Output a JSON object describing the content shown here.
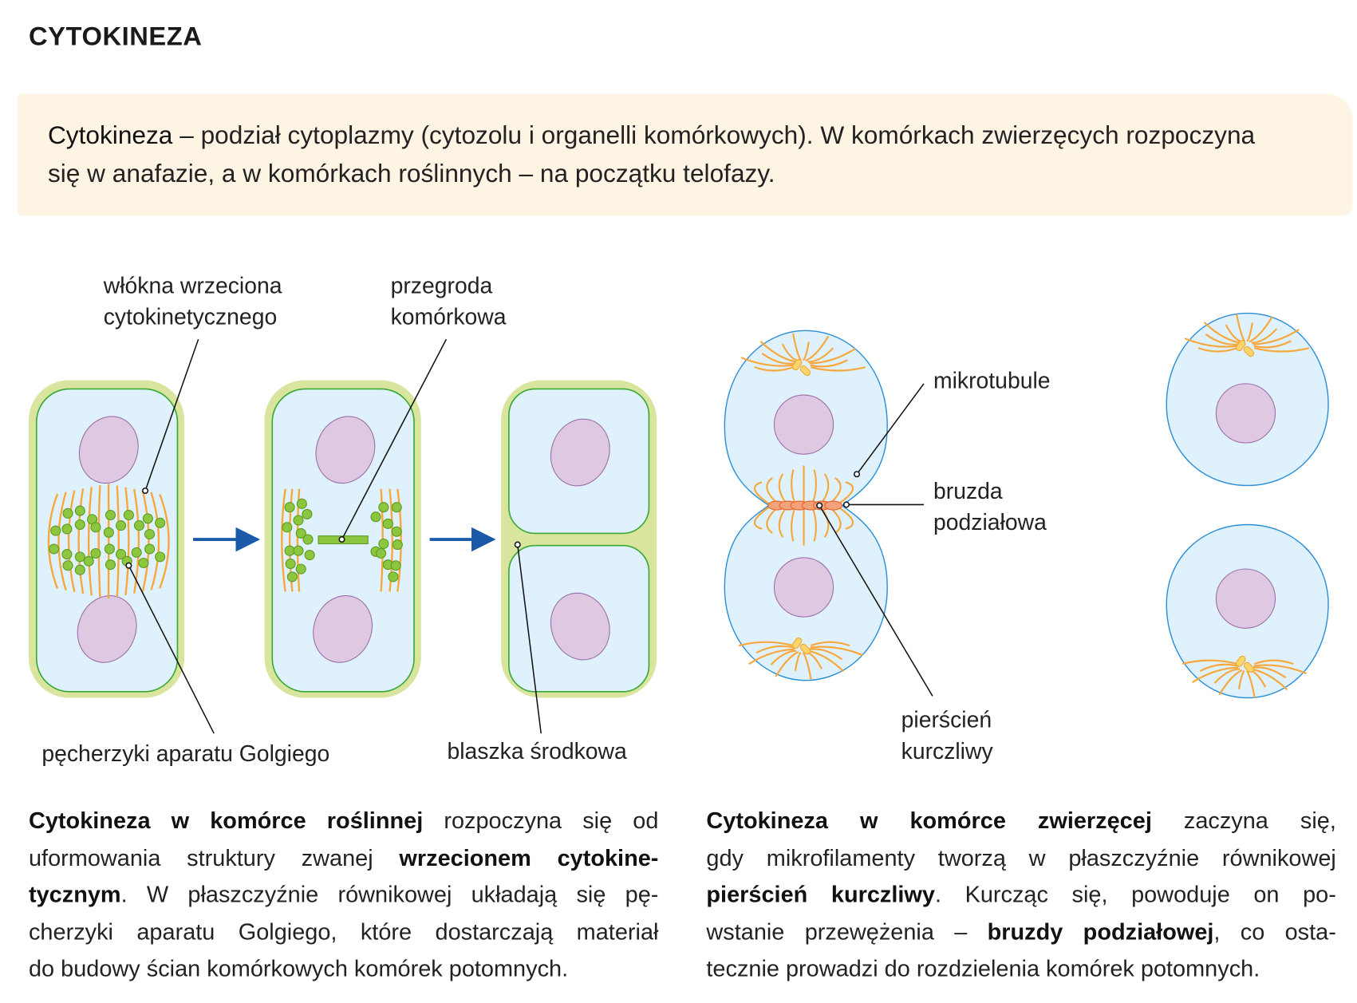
{
  "title": "CYTOKINEZA",
  "definition": {
    "term": "Cytokineza",
    "text": " – podział cytoplazmy (cytozolu i organelli komórkowych). W komórkach zwierzęcych rozpoczyna się w anafazie, a w komórkach roślinnych – na początku telofazy."
  },
  "plant_labels": {
    "spindle_fibers": [
      "włókna wrzeciona",
      "cytokinetycznego"
    ],
    "cell_plate": [
      "przegroda",
      "komórkowa"
    ],
    "golgi_vesicles": "pęcherzyki aparatu Golgiego",
    "middle_lamella": "blaszka środkowa"
  },
  "animal_labels": {
    "microtubules": "mikrotubule",
    "cleavage_furrow": [
      "bruzda",
      "podziałowa"
    ],
    "contractile_ring": [
      "pierścień",
      "kurczliwy"
    ]
  },
  "plant_paragraph": [
    [
      {
        "b": true,
        "t": "Cytokineza w komórce roślinnej"
      },
      {
        "t": " rozpoczyna się od"
      }
    ],
    [
      {
        "t": "uformowania struktury zwanej "
      },
      {
        "b": true,
        "t": "wrzecionem cytokine-"
      }
    ],
    [
      {
        "b": true,
        "t": "tycznym"
      },
      {
        "t": ". W płaszczyźnie równikowej układają się pę-"
      }
    ],
    [
      {
        "t": "cherzyki aparatu Golgiego, które dostarczają materiał"
      }
    ],
    [
      {
        "t": "do budowy ścian komórkowych komórek potomnych."
      }
    ]
  ],
  "animal_paragraph": [
    [
      {
        "b": true,
        "t": "Cytokineza w komórce zwierzęcej"
      },
      {
        "t": " zaczyna się,"
      }
    ],
    [
      {
        "t": "gdy mikrofilamenty tworzą w płaszczyźnie równikowej"
      }
    ],
    [
      {
        "b": true,
        "t": "pierścień kurczliwy"
      },
      {
        "t": ". Kurcząc się, powoduje on po-"
      }
    ],
    [
      {
        "t": "wstanie przewężenia – "
      },
      {
        "b": true,
        "t": "bruzdy podziałowej"
      },
      {
        "t": ", co osta-"
      }
    ],
    [
      {
        "t": "tecznie prowadzi do rozdzielenia komórek potomnych."
      }
    ]
  ],
  "colors": {
    "cell_wall": "#d9e59e",
    "cytoplasm": "#dff1fc",
    "membrane_plant": "#3aaa35",
    "membrane_animal": "#2a8fd6",
    "nucleus": "#dfc8e2",
    "fiber": "#f7a83c",
    "vesicle": "#8cc63f",
    "arrow": "#1a5aa8",
    "ring": "#f4a27a"
  }
}
